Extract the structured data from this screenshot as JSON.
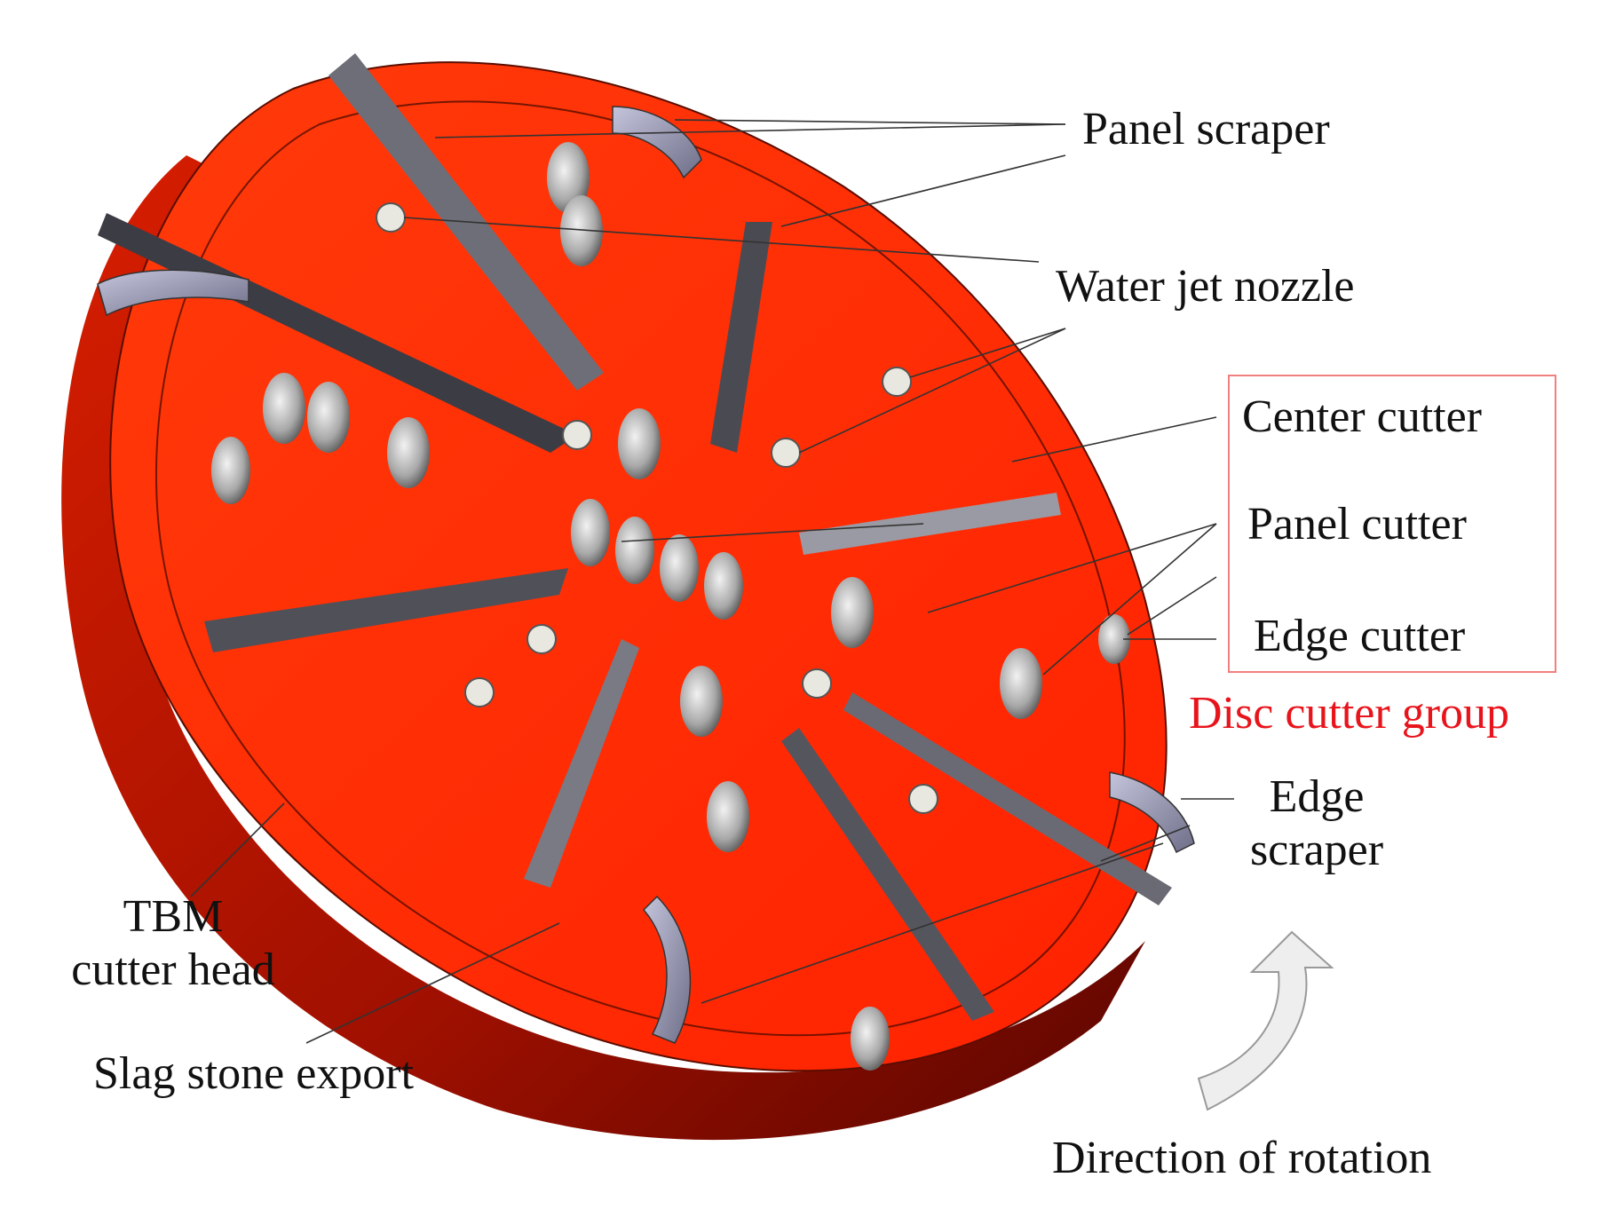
{
  "labels": {
    "panel_scraper": "Panel scraper",
    "water_jet_nozzle": "Water jet nozzle",
    "center_cutter": "Center cutter",
    "panel_cutter": "Panel cutter",
    "edge_cutter": "Edge cutter",
    "disc_cutter_group": "Disc cutter group",
    "edge_scraper_line1": "Edge",
    "edge_scraper_line2": "scraper",
    "tbm_line1": "TBM",
    "tbm_line2": "cutter head",
    "slag_stone_export": "Slag stone export",
    "direction_of_rotation": "Direction of rotation"
  },
  "colors": {
    "cutterhead_face": "#ff2a00",
    "cutterhead_rim_dark": "#7a0a00",
    "cutterhead_rim_mid": "#c81800",
    "scraper_gray": "#8f8f96",
    "scraper_light": "#b9b9c0",
    "disc_metal": "#c9c9c9",
    "disc_group_text": "#e8141c",
    "disc_group_box": "#f08080"
  },
  "icons": {
    "rotation": "curved-arrow-icon"
  }
}
